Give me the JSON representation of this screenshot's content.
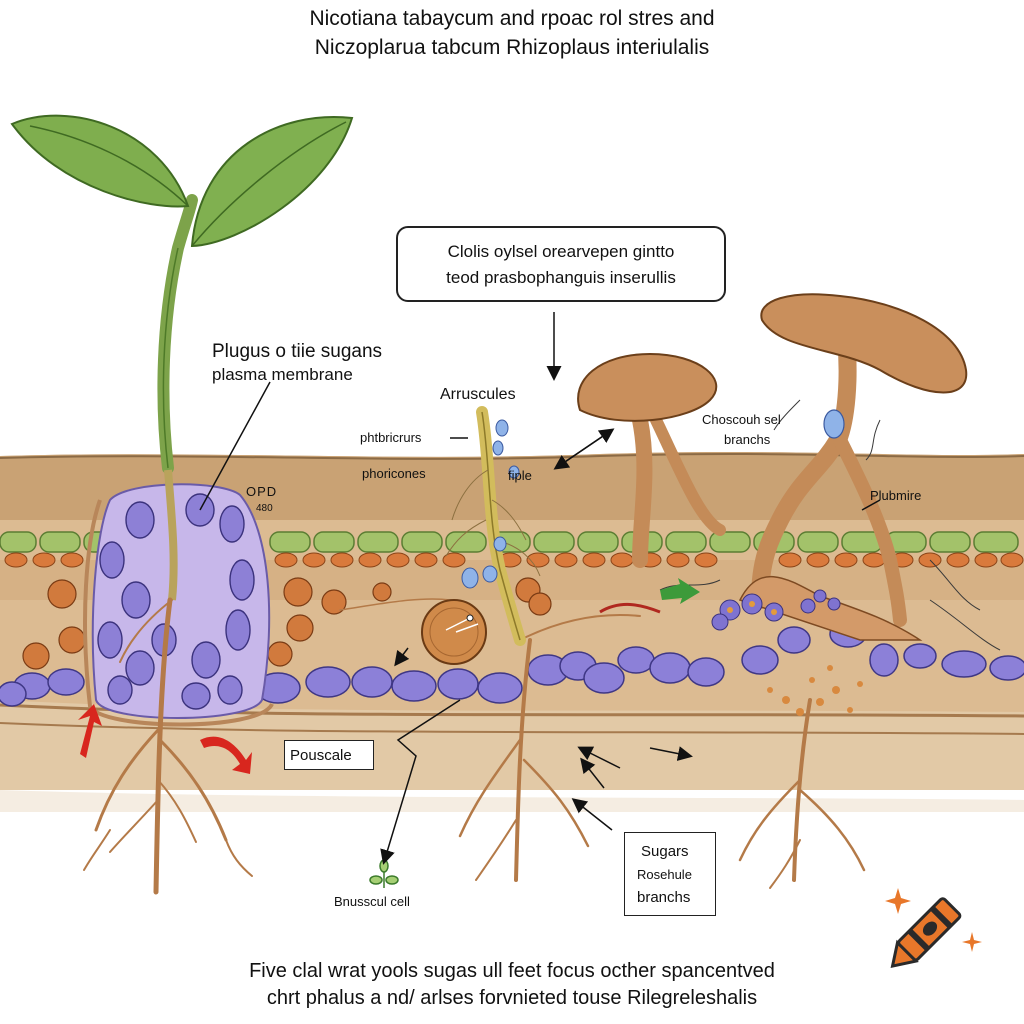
{
  "title": {
    "line1": "Nicotiana tabaycum and rpoac rol stres and",
    "line2": "Niczoplarua tabcum Rhizoplaus interiulalis"
  },
  "callout": {
    "line1": "Clolis oylsel orearvepen gintto",
    "line2": "teod prasbophanguis inserullis"
  },
  "labels": {
    "plugus_line1": "Plugus o tiie sugans",
    "plugus_line2": "plasma membrane",
    "arruscules": "Arruscules",
    "phtbricurus": "phtbricrurs",
    "phoricones": "phoricones",
    "fiple": "fiple",
    "opd": "OPD",
    "opd_num": "480",
    "choscouh_line1": "Choscouh sel",
    "choscouh_line2": "branchs",
    "plubmire": "Plubmire",
    "pouscale": "Pouscale",
    "bnusscul": "Bnusscul cell",
    "sugars_line1": "Sugars",
    "sugars_line2": "Rosehule",
    "sugars_line3": "branchs"
  },
  "caption": {
    "line1": "Five clal wrat yools sugas ull feet focus octher spancentved",
    "line2": "chrt phalus a nd/ arlses forvnieted touse Rilegreleshalis"
  },
  "colors": {
    "soil": "#d7b58c",
    "soil_dark": "#b48758",
    "leaf": "#7fae4e",
    "leaf_dark": "#4f7a2c",
    "root": "#c08a55",
    "fungus": "#c98f5c",
    "cell_purple": "#8f82d9",
    "cell_orange": "#d4793a",
    "green_band": "#9fbe64",
    "arrow_red": "#d8261e",
    "arrow_green": "#3d9a3a",
    "crayon": "#e8772a"
  },
  "icons": [
    "arrow-icon",
    "crayon-icon",
    "sparkle-icon"
  ]
}
